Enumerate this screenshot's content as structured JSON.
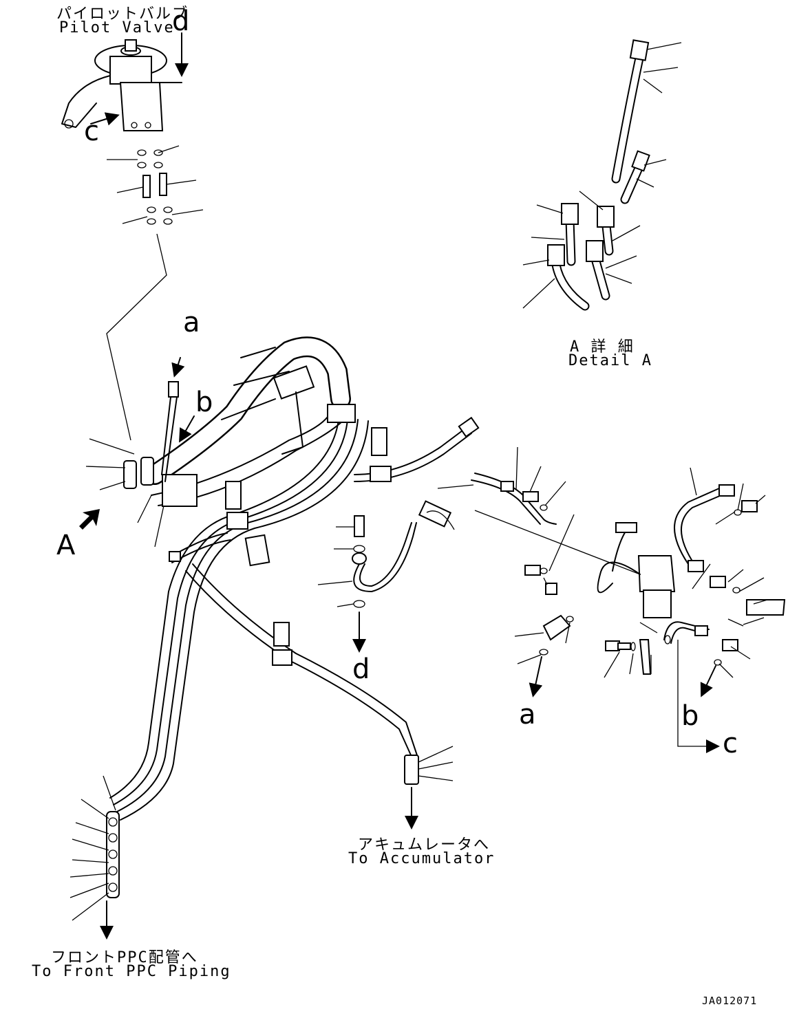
{
  "labels": {
    "pilot_valve_jp": "パイロットバルブ",
    "pilot_valve_en": "Pilot Valve",
    "detail_jp": "A 詳 細",
    "detail_en": "Detail A",
    "accumulator_jp": "アキュムレータへ",
    "accumulator_en": "To Accumulator",
    "front_ppc_jp": "フロントPPC配管へ",
    "front_ppc_en": "To Front PPC Piping",
    "drawing_code": "JA012071"
  },
  "markers": {
    "d_top": "d",
    "c_top": "c",
    "a_mid": "a",
    "b_mid": "b",
    "A_view": "A",
    "d_bottom": "d",
    "a_bottom": "a",
    "b_bottom": "b",
    "c_bottom": "c"
  }
}
